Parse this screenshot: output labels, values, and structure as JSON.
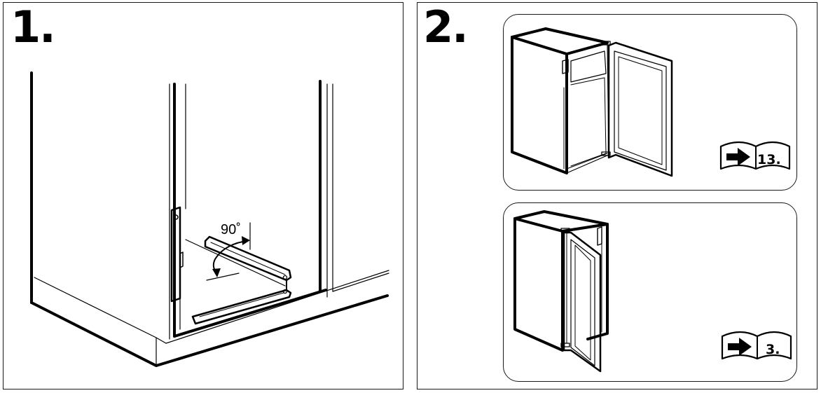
{
  "steps": [
    {
      "number": "1.",
      "angle_label": "90˚"
    },
    {
      "number": "2.",
      "references": [
        "13.",
        "3."
      ]
    }
  ],
  "icons": {
    "manual_reference": "book-arrow-icon",
    "rotation": "rotation-arrow-icon"
  },
  "colors": {
    "ink": "#000000",
    "background": "#ffffff"
  }
}
